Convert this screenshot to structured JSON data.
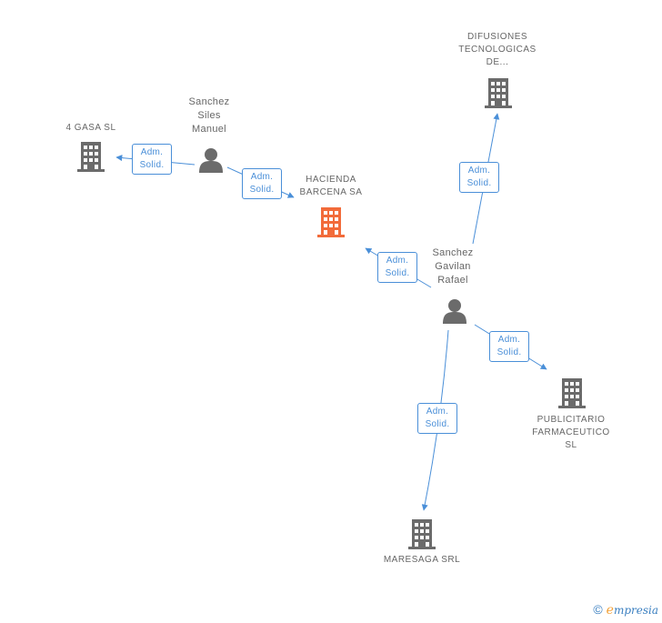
{
  "nodes": [
    {
      "id": "hacienda",
      "type": "company",
      "focus": true,
      "lines": [
        "HACIENDA",
        "BARCENA SA"
      ]
    },
    {
      "id": "gasa",
      "type": "company",
      "lines": [
        "4 GASA SL"
      ]
    },
    {
      "id": "difusiones",
      "type": "company",
      "lines": [
        "DIFUSIONES",
        "TECNOLOGICAS",
        "DE..."
      ]
    },
    {
      "id": "publicitario",
      "type": "company",
      "lines": [
        "PUBLICITARIO",
        "FARMACEUTICO",
        "SL"
      ]
    },
    {
      "id": "maresaga",
      "type": "company",
      "lines": [
        "MARESAGA SRL"
      ]
    },
    {
      "id": "sanchez_siles",
      "type": "person",
      "lines": [
        "Sanchez",
        "Siles",
        "Manuel"
      ]
    },
    {
      "id": "sanchez_gavilan",
      "type": "person",
      "lines": [
        "Sanchez",
        "Gavilan",
        "Rafael"
      ]
    }
  ],
  "edges": [
    {
      "from": "sanchez_siles",
      "to": "gasa",
      "label": [
        "Adm.",
        "Solid."
      ]
    },
    {
      "from": "sanchez_siles",
      "to": "hacienda",
      "label": [
        "Adm.",
        "Solid."
      ]
    },
    {
      "from": "sanchez_gavilan",
      "to": "hacienda",
      "label": [
        "Adm.",
        "Solid."
      ]
    },
    {
      "from": "sanchez_gavilan",
      "to": "difusiones",
      "label": [
        "Adm.",
        "Solid."
      ]
    },
    {
      "from": "sanchez_gavilan",
      "to": "publicitario",
      "label": [
        "Adm.",
        "Solid."
      ]
    },
    {
      "from": "sanchez_gavilan",
      "to": "maresaga",
      "label": [
        "Adm.",
        "Solid."
      ]
    }
  ],
  "colors": {
    "edge": "#4a8fd8",
    "company": "#6b6b6b",
    "focus_company": "#f26b3a",
    "person": "#6b6b6b"
  },
  "footer": {
    "copyright": "©",
    "brand_initial": "e",
    "brand_rest": "mpresia"
  }
}
